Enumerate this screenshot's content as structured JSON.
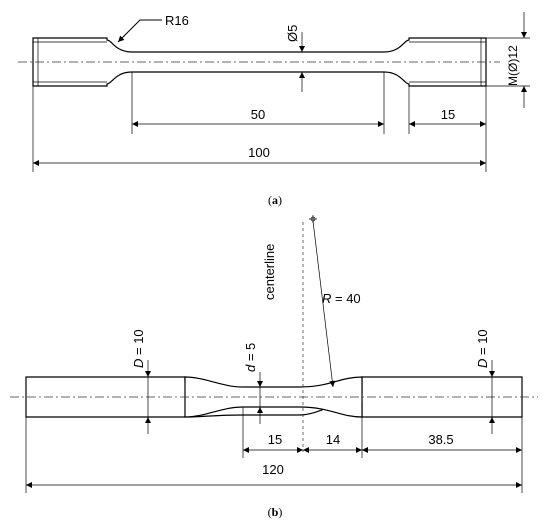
{
  "figure_a": {
    "label": "a",
    "radius_label": "R16",
    "diameter_label": "Ø5",
    "thread_label": "M(Ø)12",
    "dim_gauge": "50",
    "dim_grip": "15",
    "dim_total": "100"
  },
  "figure_b": {
    "label": "b",
    "centerline_label": "centerline",
    "radius_label_var": "R",
    "radius_label_val": " = 40",
    "grip_diam_left_var": "D",
    "grip_diam_left_val": " = 10",
    "grip_diam_right_var": "D",
    "grip_diam_right_val": " = 10",
    "gauge_diam_var": "d",
    "gauge_diam_val": " = 5",
    "dim_half_gauge": "15",
    "dim_fillet": "14",
    "dim_grip": "38.5",
    "dim_total": "120"
  }
}
